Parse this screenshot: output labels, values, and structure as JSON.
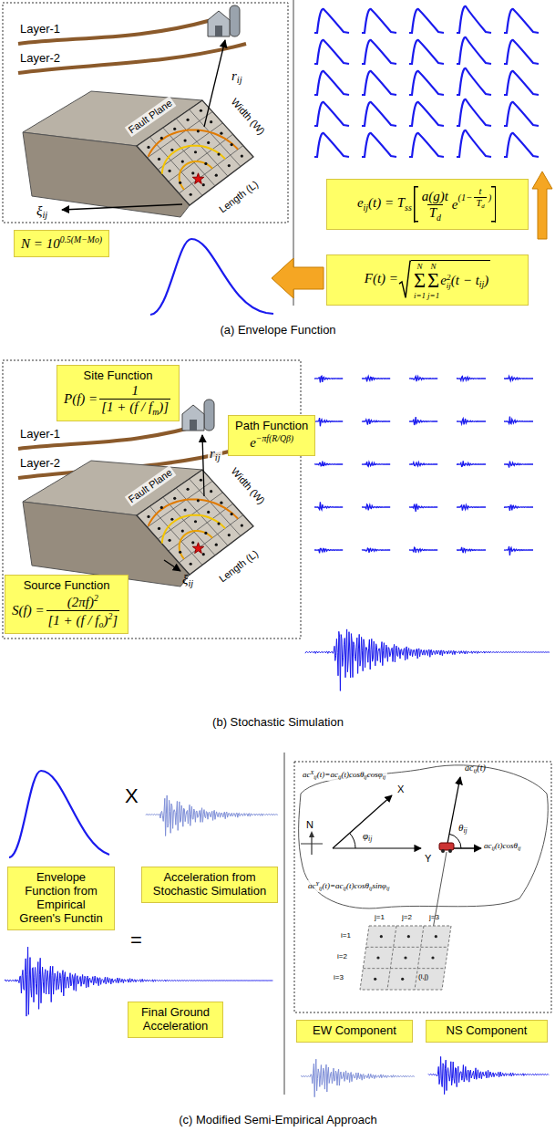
{
  "diagram": {
    "nodes": [
      {
        "text": [
          "e",
          "ij",
          "(t) = T",
          "ss",
          "a(g)t",
          "T",
          "d",
          "e",
          "(1−",
          "t",
          "T",
          "d",
          ")"
        ]
      },
      {
        "text": [
          "F(t) =",
          "N",
          "Σ",
          "i=1",
          "N",
          "Σ",
          "j=1",
          "e",
          "2",
          "ij",
          "(t − t",
          "ij",
          ")"
        ]
      },
      {
        "text": [
          "N = 10",
          "0.5(M−Mo)"
        ]
      },
      {
        "text": [
          "Site Function",
          "P(f) =",
          "1",
          "[1 + (f / f",
          "m",
          ")]"
        ]
      },
      {
        "text": [
          "Path Function",
          "e",
          "−πf(R/Qβ)"
        ]
      },
      {
        "text": [
          "Source Function",
          "S(f) =",
          "(2πf)",
          "2",
          "[1 + (f / f",
          "o",
          ")",
          "2",
          "]"
        ]
      },
      {
        "text": [
          "Envelope Function from Empirical Green's Functin"
        ]
      },
      {
        "text": [
          "Acceleration from Stochastic Simulation"
        ]
      },
      {
        "text": [
          "Final Ground Acceleration"
        ]
      },
      {
        "text": [
          "EW Component"
        ]
      },
      {
        "text": [
          "NS Component"
        ]
      }
    ],
    "labels": [
      "Layer-1",
      "Layer-2",
      "Fault Plane",
      "Width (W)",
      "Length (L)",
      "r",
      "ij",
      "ξ",
      "ij",
      "(a) Envelope Function",
      "Layer-1",
      "Layer-2",
      "Fault Plane",
      "Width (W)",
      "Length (L)",
      "r",
      "ij",
      "ξ",
      "ij",
      "(b) Stochastic Simulation",
      "X",
      "=",
      "N",
      "X",
      "Y",
      "φ",
      "ij",
      "θ",
      "ij",
      "ac",
      "ij",
      "(t)",
      "ac",
      "ij",
      "(t)cosθ",
      "ij",
      "ac",
      "X",
      "ij",
      "(t)=ac",
      "ij",
      "(t)cosθ",
      "ij",
      "cosφ",
      "ij",
      "ac",
      "Y",
      "ij",
      "(t)=ac",
      "ij",
      "(t)cosθ",
      "ij",
      "sinφ",
      "ij",
      "j=1",
      "j=2",
      "j=3",
      "i=1",
      "i=2",
      "i=3",
      "(i,j)",
      "(c) Modified Semi-Empirical Approach"
    ]
  }
}
